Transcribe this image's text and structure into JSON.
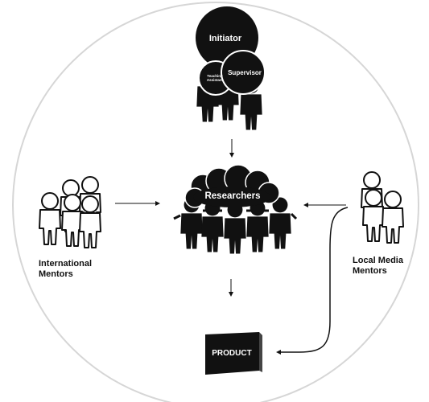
{
  "nodes": {
    "initiator": "Initiator",
    "teaching_assistant_line1": "Teaching",
    "teaching_assistant_line2": "Assistant",
    "supervisor": "Supervisor",
    "researchers": "Researchers",
    "product": "PRODUCT"
  },
  "side_labels": {
    "international_line1": "International",
    "international_line2": "Mentors",
    "local_line1": "Local Media",
    "local_line2": "Mentors"
  },
  "colors": {
    "ink": "#111111",
    "outline": "#cfcfcf",
    "background": "#ffffff"
  }
}
